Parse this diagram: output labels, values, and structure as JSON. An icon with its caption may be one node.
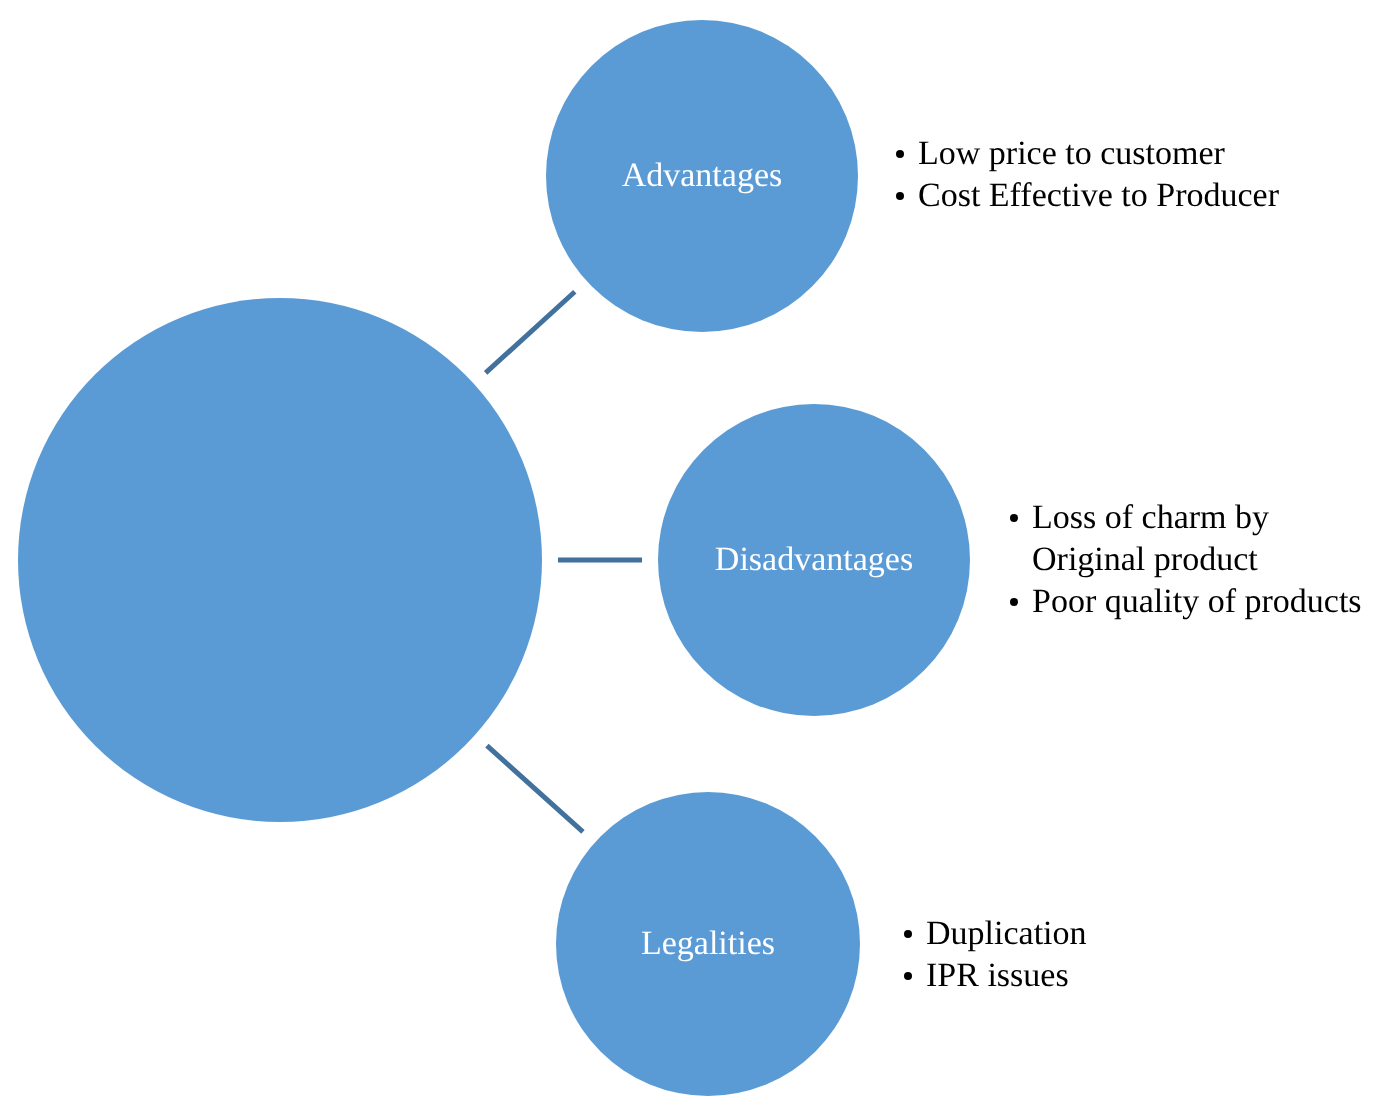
{
  "diagram": {
    "nodes": [
      {
        "text": [],
        "shape": "circle"
      },
      {
        "text": [
          "Advantages"
        ],
        "beside": [
          "Low price to customer",
          "Cost Effective to Producer"
        ]
      },
      {
        "text": [
          "Disadvantages"
        ],
        "beside": [
          "Loss of charm by Original product",
          "Poor quality of products"
        ]
      },
      {
        "text": [
          "Legalities"
        ],
        "beside": [
          "Duplication",
          "IPR issues"
        ]
      }
    ],
    "edges": [
      {
        "from": 0,
        "to": 1,
        "arrow": "none"
      },
      {
        "from": 0,
        "to": 2,
        "arrow": "none"
      },
      {
        "from": 0,
        "to": 3,
        "arrow": "none"
      }
    ]
  }
}
